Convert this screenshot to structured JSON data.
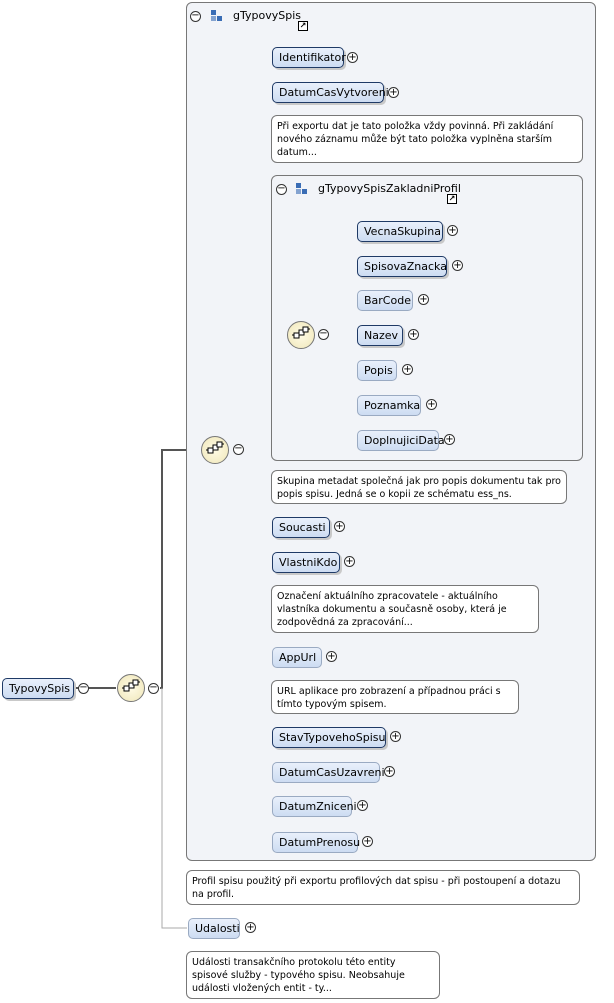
{
  "root": {
    "label": "TypovySpis"
  },
  "group_outer": {
    "title": "gTypovySpis",
    "link_glyph": "↗"
  },
  "group_inner": {
    "title": "gTypovySpisZakladniProfil",
    "link_glyph": "↗"
  },
  "elements": {
    "identifikator": "Identifikator",
    "datum_cas_vytvoreni": "DatumCasVytvoreni",
    "vecna_skupina": "VecnaSkupina",
    "spisova_znacka": "SpisovaZnacka",
    "bar_code": "BarCode",
    "nazev": "Nazev",
    "popis": "Popis",
    "poznamka": "Poznamka",
    "doplnujici_data": "DoplnujiciData",
    "soucasti": "Soucasti",
    "vlastni_kdo": "VlastniKdo",
    "app_url": "AppUrl",
    "stav_typoveho_spisu": "StavTypovehoSpisu",
    "datum_cas_uzavreni": "DatumCasUzavreni",
    "datum_zniceni": "DatumZniceni",
    "datum_prenosu": "DatumPrenosu",
    "udalosti": "Udalosti"
  },
  "docs": {
    "datum_cas_vytvoreni": "Při exportu dat je tato položka vždy povinná. Při zakládání nového záznamu může být tato položka vyplněna starším datum...",
    "zakladni_profil": "Skupina metadat společná jak pro popis dokumentu tak pro popis spisu. Jedná se o kopii ze schématu ess_ns.",
    "vlastni_kdo": "Označení aktuálního zpracovatele - aktuálního vlastníka dokumentu a současně osoby, která je zodpovědná za zpracování...",
    "app_url": "URL aplikace pro zobrazení a případnou práci s tímto typovým spisem.",
    "profil_spisu": "Profil spisu použitý při exportu profilových dat spisu - při postoupení a dotazu na profil.",
    "udalosti": "Události transakčního protokolu této entity spisové služby - typového spisu. Neobsahuje události vložených entit - ty..."
  },
  "glyphs": {
    "expand": "+",
    "collapse": "−"
  },
  "colors": {
    "node_border": "#1f3a66",
    "node_fill": "#d6e2f5",
    "group_fill": "#f2f4f8",
    "connector": "#555555",
    "icon_blue": "#3a6db5"
  }
}
